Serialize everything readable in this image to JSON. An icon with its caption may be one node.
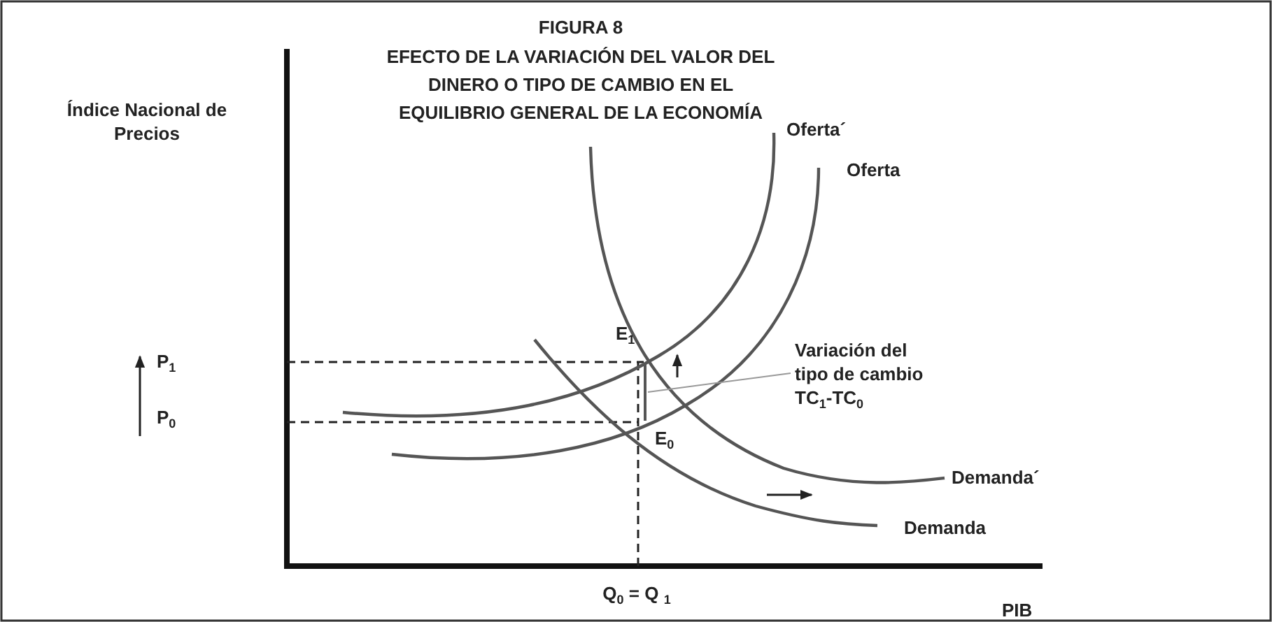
{
  "diagram": {
    "title": "EFECTO DE LA VARIACIÓN DEL VALOR DEL DINERO O TIPO DE CAMBIO EN EL EQUILIBRIO GENERAL DE LA ECONOMÍA",
    "nodes": [
      {
        "text": [
          "Variación del tipo de cambio TC$_{1}$-TC$_{0}$"
        ]
      },
      {
        "text": [],
        "shape": "bar"
      }
    ],
    "edges": [
      {
        "from": 0,
        "to": 1,
        "arrow": "none"
      }
    ],
    "labels": [
      "FIGURA 8",
      "Índice Nacional de Precios",
      "Oferta´",
      "Oferta",
      "E$_{1}$",
      "P$_{1}$",
      "P$_{0}$",
      "E$_{0}$",
      "Demanda´",
      "Demanda",
      "Q$_{0}$ = Q $_{1}$",
      "PIB"
    ]
  }
}
